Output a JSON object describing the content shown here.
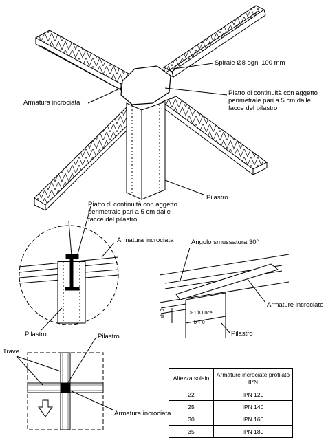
{
  "labels": {
    "spirale": "Spirale Ø8 ogni 100 mm",
    "armatura_top": "Armatura incrociata",
    "piatto_top_1": "Piatto di continuità con aggetto",
    "piatto_top_2": "perimetrale pari a 5 cm dalle",
    "piatto_top_3": "facce del pilastro",
    "pilastro_top": "Pilastro",
    "piatto_mid_1": "Piatto di continuità con aggetto",
    "piatto_mid_2": "perimetrale pari a 5 cm dalle",
    "piatto_mid_3": "facce del pilastro",
    "armatura_mid": "Armatura incrociata",
    "pilastro_circle": "Pilastro",
    "angolo": "Angolo smussatura 30°",
    "armature_right": "Armature incrociate",
    "pilastro_right": "Pilastro",
    "dim_luce": "≥ 1/8 Luce",
    "dim_b": "b + 0",
    "dim_h": "≥h 0",
    "trave": "Trave",
    "pilastro_plan": "Pilastro",
    "armatura_plan": "Armatura incrociata"
  },
  "table": {
    "headers": [
      "Altezza solaio",
      "Armature incrociate profilato IPN"
    ],
    "rows": [
      [
        "22",
        "IPN 120"
      ],
      [
        "25",
        "IPN 140"
      ],
      [
        "30",
        "IPN 160"
      ],
      [
        "35",
        "IPN 180"
      ]
    ]
  }
}
